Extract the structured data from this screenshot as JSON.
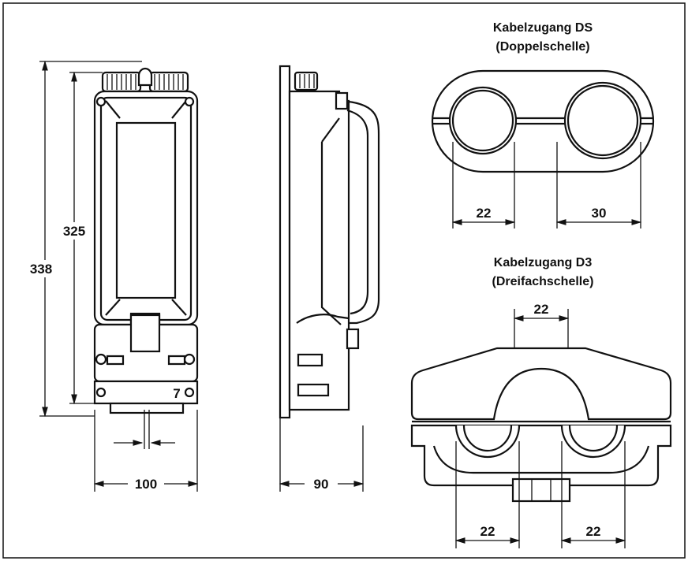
{
  "frame": {
    "border_color": "#111111"
  },
  "front_view": {
    "dim_overall_height": "338",
    "dim_inner_height": "325",
    "dim_width": "100",
    "dim_small": "7"
  },
  "side_view": {
    "dim_depth": "90"
  },
  "clamp_ds": {
    "title": "Kabelzugang DS",
    "subtitle": "(Doppelschelle)",
    "dim_left": "22",
    "dim_right": "30"
  },
  "clamp_d3": {
    "title": "Kabelzugang D3",
    "subtitle": "(Dreifachschelle)",
    "dim_top": "22",
    "dim_bottom_left": "22",
    "dim_bottom_right": "22"
  }
}
